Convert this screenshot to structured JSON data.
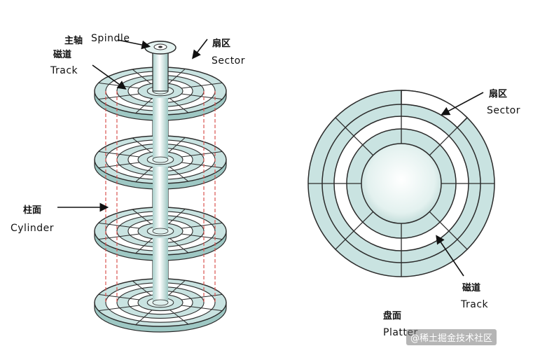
{
  "labels": {
    "spindle_zh": "主轴",
    "spindle_en": "Spindle",
    "track_zh_left": "磁道",
    "track_en_left": "Track",
    "sector_zh_left": "扇区",
    "sector_en_left": "Sector",
    "cylinder_zh": "柱面",
    "cylinder_en": "Cylinder",
    "sector_zh_right": "扇区",
    "sector_en_right": "Sector",
    "track_zh_right": "磁道",
    "track_en_right": "Track",
    "platter_zh": "盘面",
    "platter_en": "Platter"
  },
  "watermark": "@稀土掘金技术社区",
  "colors": {
    "disk_fill": "#c9e3e1",
    "disk_light": "#eef7f6",
    "outline": "#2b2b2b",
    "cylinder_dash": "#d9534f"
  }
}
